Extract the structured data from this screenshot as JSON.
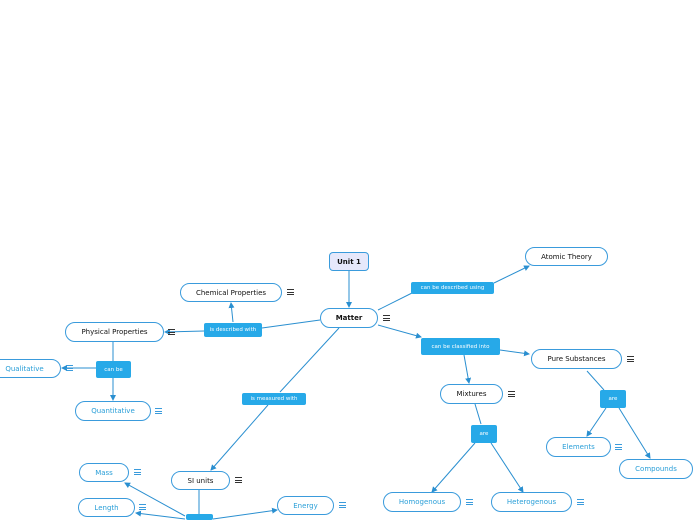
{
  "nodes": {
    "unit1": "Unit 1",
    "matter": "Matter",
    "atomic_theory": "Atomic Theory",
    "chemical_properties": "Chemical Properties",
    "physical_properties": "Physical Properties",
    "qualitative": "Qualitative",
    "quantitative": "Quantitative",
    "pure_substances": "Pure Substances",
    "mixtures": "Mixtures",
    "elements": "Elements",
    "compounds": "Compounds",
    "homogenous": "Homogenous",
    "heterogenous": "Heterogenous",
    "si_units": "SI units",
    "mass": "Mass",
    "length": "Length",
    "energy": "Energy"
  },
  "links": {
    "can_be_described_using": "can be described using",
    "is_described_with": "is described with",
    "can_be": "can be",
    "can_be_classified_into": "can be classified into",
    "are_pure": "are",
    "are_mixtures": "are",
    "is_measured_with": "is measured with"
  },
  "colors": {
    "line": "#2a8fd0",
    "link_fill": "#27a9e8",
    "node_border": "#3a9bdc",
    "root_fill": "#e6e8fb"
  },
  "note_icon": "notes-icon"
}
